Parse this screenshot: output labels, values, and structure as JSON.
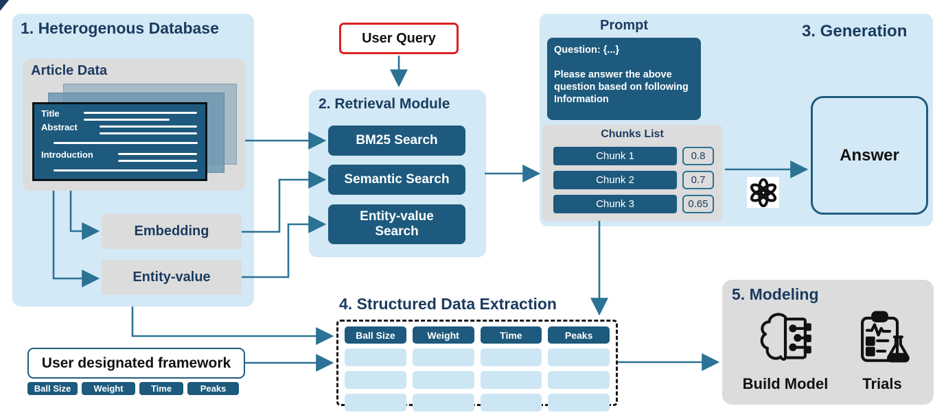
{
  "database": {
    "title": "1. Heterogenous Database",
    "article": {
      "title": "Article Data",
      "doc_fields": {
        "title": "Title",
        "abstract": "Abstract",
        "introduction": "Introduction"
      }
    },
    "embedding_label": "Embedding",
    "entity_value_label": "Entity-value"
  },
  "user_query": {
    "label": "User Query"
  },
  "retrieval": {
    "title": "2. Retrieval Module",
    "buttons": [
      "BM25 Search",
      "Semantic Search",
      "Entity-value Search"
    ]
  },
  "generation": {
    "title": "3. Generation",
    "prompt_title": "Prompt",
    "question_line": "Question: {...}",
    "instruction_line": "Please answer the above question based on following Information",
    "chunks_title": "Chunks List",
    "chunks": [
      {
        "label": "Chunk 1",
        "score": "0.8"
      },
      {
        "label": "Chunk 2",
        "score": "0.7"
      },
      {
        "label": "Chunk 3",
        "score": "0.65"
      }
    ],
    "llm_icon": "openai-logo",
    "answer_label": "Answer"
  },
  "extraction": {
    "title": "4. Structured Data Extraction",
    "columns": [
      "Ball Size",
      "Weight",
      "Time",
      "Peaks"
    ],
    "empty_rows": 3
  },
  "framework": {
    "label": "User designated framework",
    "chips": [
      "Ball Size",
      "Weight",
      "Time",
      "Peaks"
    ]
  },
  "modeling": {
    "title": "5. Modeling",
    "items": [
      {
        "icon": "brain-circuit-icon",
        "label": "Build Model"
      },
      {
        "icon": "clipboard-flask-icon",
        "label": "Trials"
      }
    ]
  },
  "colors": {
    "panel_blue": "#d3e9f5",
    "box_gray": "#dcdcdc",
    "teal_dark": "#1d5a7d",
    "navy_text": "#1b3a5f",
    "arrow": "#2b7295",
    "red_border": "#dd1f1f",
    "cell_blue": "#cde6f4"
  }
}
